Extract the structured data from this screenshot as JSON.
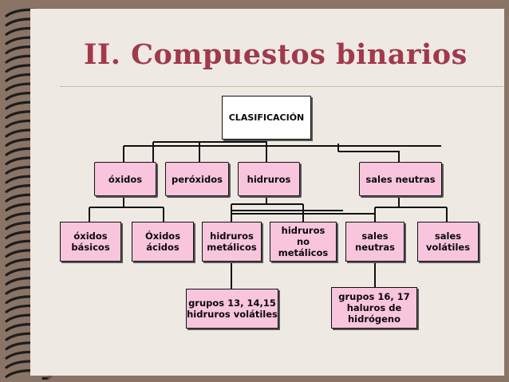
{
  "slide": {
    "title": "II. Compuestos binarios"
  },
  "diagram": {
    "root": "CLASIFICACIÓN",
    "level1": [
      "óxidos",
      "peróxidos",
      "hidruros",
      "sales neutras"
    ],
    "level2": [
      "óxidos\nbásicos",
      "Óxidos\nácidos",
      "hidruros\nmetálicos",
      "hidruros\nno metálicos",
      "sales\nneutras",
      "sales\nvolátiles"
    ],
    "level3": [
      "grupos 13, 14,15\nhidruros volátiles",
      "grupos 16, 17\nhaluros de\nhidrógeno"
    ]
  },
  "colors": {
    "background": "#8a7466",
    "page": "#efe9e4",
    "title": "#a03a4a",
    "node_fill": "#f9c5dc",
    "root_fill": "#ffffff"
  }
}
